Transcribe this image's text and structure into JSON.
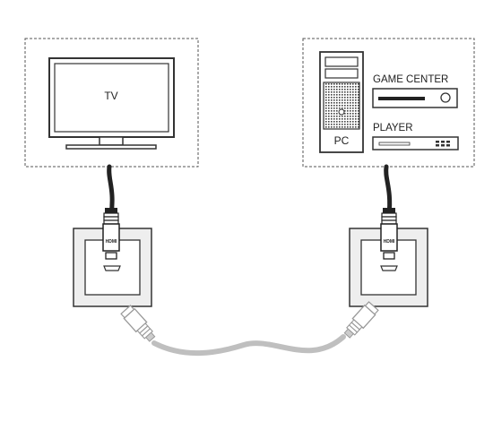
{
  "labels": {
    "tv": "TV",
    "pc": "PC",
    "game_center": "GAME CENTER",
    "player": "PLAYER",
    "plug_left": "HDMI",
    "plug_right": "HDMI"
  },
  "colors": {
    "stroke": "#333333",
    "dashed_border": "#555555",
    "plate_fill": "#eeeeee",
    "cable_black": "#222222",
    "cable_grey": "#bfbfbf",
    "mesh": "#444444"
  }
}
